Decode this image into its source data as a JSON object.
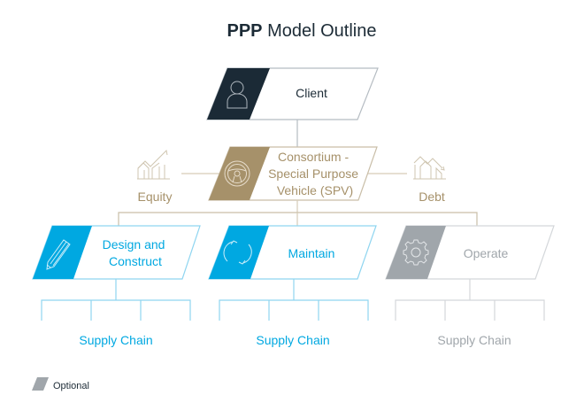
{
  "title": {
    "bold": "PPP",
    "rest": " Model Outline"
  },
  "colors": {
    "client": "#1b2a36",
    "spv": "#a6916a",
    "spv_light": "#d6ccb8",
    "blue": "#00a8e1",
    "blue_light": "#8fd5f0",
    "grey": "#a0a6ab",
    "grey_light": "#d4d7da",
    "text_dark": "#1c2b36"
  },
  "client": {
    "label": "Client",
    "icon": "person-icon"
  },
  "spv": {
    "lines": [
      "Consortium -",
      "Special Purpose",
      "Vehicle (SPV)"
    ],
    "icon": "steering-wheel-icon"
  },
  "equity": {
    "label": "Equity",
    "icon": "chart-up-icon"
  },
  "debt": {
    "label": "Debt",
    "icon": "chart-down-icon"
  },
  "branches": [
    {
      "lines": [
        "Design and",
        "Construct"
      ],
      "icon": "pencil-icon",
      "supply": "Supply Chain",
      "optional": false
    },
    {
      "lines": [
        "Maintain"
      ],
      "icon": "cycle-arrows-icon",
      "supply": "Supply Chain",
      "optional": false
    },
    {
      "lines": [
        "Operate"
      ],
      "icon": "gear-icon",
      "supply": "Supply Chain",
      "optional": true
    }
  ],
  "legend": {
    "label": "Optional"
  }
}
